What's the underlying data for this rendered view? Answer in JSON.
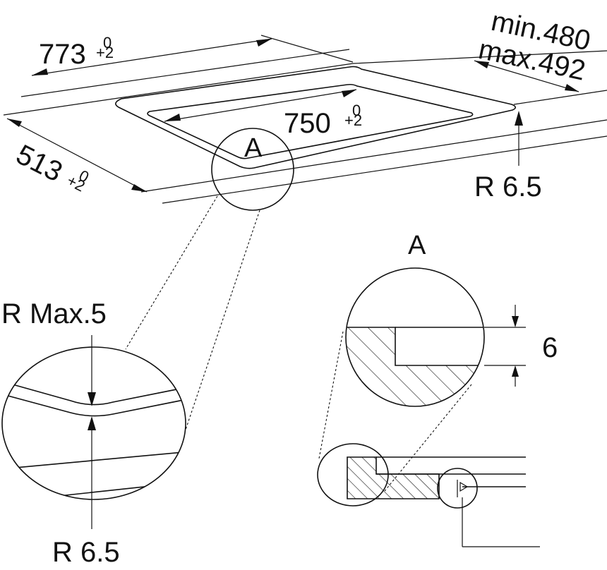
{
  "dimensions": {
    "width_cutout": {
      "value": "773",
      "tol_upper": "0",
      "tol_lower": "+2"
    },
    "inner_width": {
      "value": "750",
      "tol_upper": "0",
      "tol_lower": "+2"
    },
    "depth_cutout": {
      "value": "513",
      "tol_upper": "0",
      "tol_lower": "+2"
    },
    "worktop_min": "min.480",
    "worktop_max": "max.492",
    "radius_corner": "R 6.5"
  },
  "detail_left": {
    "radius_max": "R Max.5",
    "radius_bottom": "R 6.5"
  },
  "detail_right": {
    "label": "A",
    "depth": "6"
  },
  "callout": {
    "label": "A"
  }
}
